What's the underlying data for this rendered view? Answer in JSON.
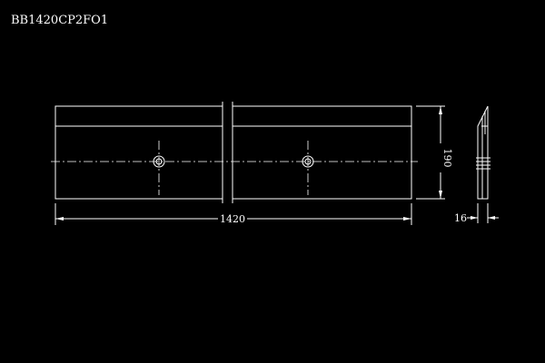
{
  "drawing": {
    "part_number": "BB1420CP2FO1",
    "length_dim": "1420",
    "height_dim": "190",
    "thickness_dim": "16"
  },
  "colors": {
    "background": "#000000",
    "line": "#ffffff"
  }
}
